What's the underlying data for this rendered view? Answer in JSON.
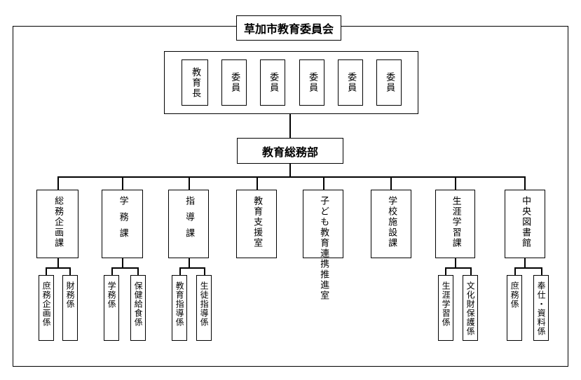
{
  "board": "草加市教育委員会",
  "members": [
    "教育長",
    "委員",
    "委員",
    "委員",
    "委員",
    "委員"
  ],
  "department": "教育総務部",
  "divisions": [
    {
      "name": "総務企画課",
      "sections": [
        "庶務企画係",
        "財務係"
      ]
    },
    {
      "name": "学務課",
      "sections": [
        "学務係",
        "保健給食係"
      ]
    },
    {
      "name": "指導課",
      "sections": [
        "教育指導係",
        "生徒指導係"
      ]
    },
    {
      "name": "教育支援室",
      "sections": []
    },
    {
      "name": "子ども教育連携推進室",
      "sections": []
    },
    {
      "name": "学校施設課",
      "sections": []
    },
    {
      "name": "生涯学習課",
      "sections": [
        "生涯学習係",
        "文化財保護係"
      ]
    },
    {
      "name": "中央図書館",
      "sections": [
        "庶務係",
        "奉仕・資料係"
      ]
    }
  ]
}
